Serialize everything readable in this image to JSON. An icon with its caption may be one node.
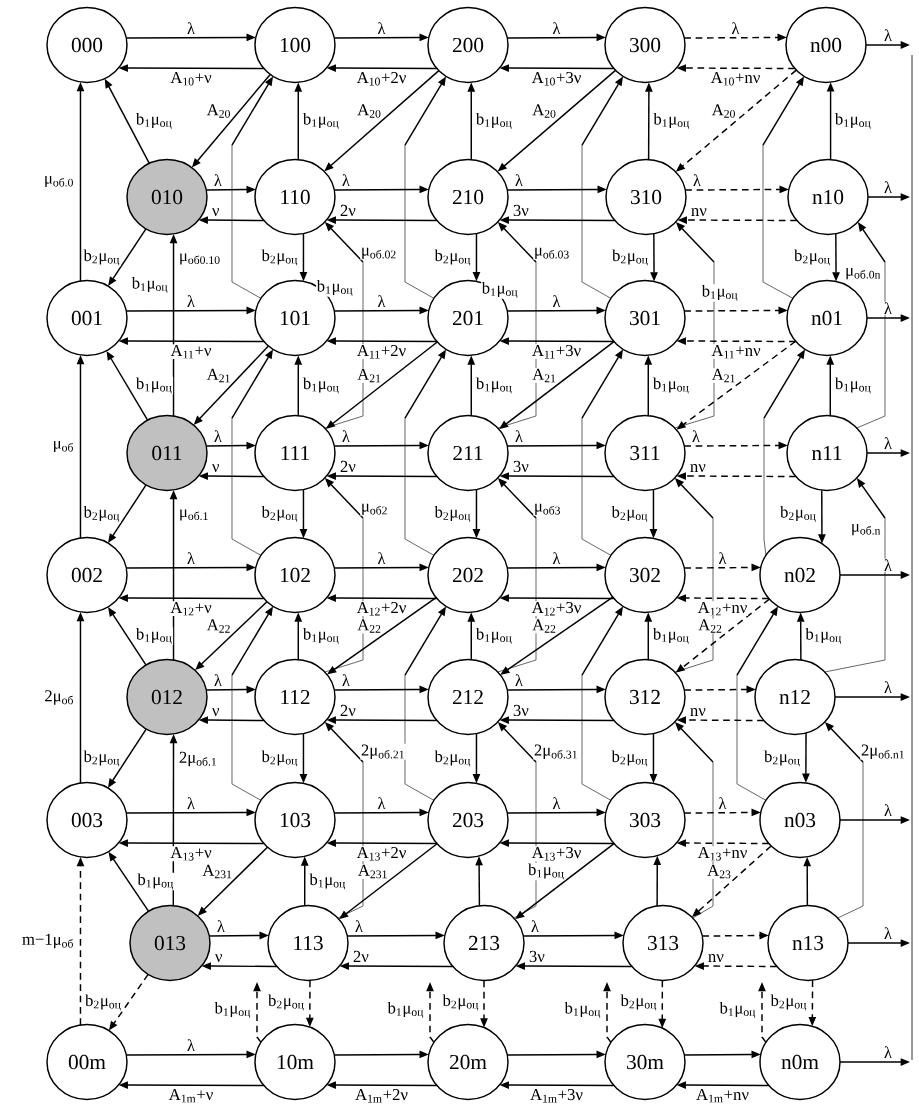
{
  "diagram": {
    "nodes": [
      {
        "text": [
          "000"
        ]
      },
      {
        "text": [
          "100"
        ]
      },
      {
        "text": [
          "200"
        ]
      },
      {
        "text": [
          "300"
        ]
      },
      {
        "text": [
          "n00"
        ]
      },
      {
        "text": [
          "010"
        ]
      },
      {
        "text": [
          "110"
        ]
      },
      {
        "text": [
          "210"
        ]
      },
      {
        "text": [
          "310"
        ]
      },
      {
        "text": [
          "n10"
        ]
      },
      {
        "text": [
          "001"
        ]
      },
      {
        "text": [
          "101"
        ]
      },
      {
        "text": [
          "201"
        ]
      },
      {
        "text": [
          "301"
        ]
      },
      {
        "text": [
          "n01"
        ]
      },
      {
        "text": [
          "011"
        ]
      },
      {
        "text": [
          "111"
        ]
      },
      {
        "text": [
          "211"
        ]
      },
      {
        "text": [
          "311"
        ]
      },
      {
        "text": [
          "n11"
        ]
      },
      {
        "text": [
          "002"
        ]
      },
      {
        "text": [
          "102"
        ]
      },
      {
        "text": [
          "202"
        ]
      },
      {
        "text": [
          "302"
        ]
      },
      {
        "text": [
          "n02"
        ]
      },
      {
        "text": [
          "012"
        ]
      },
      {
        "text": [
          "112"
        ]
      },
      {
        "text": [
          "212"
        ]
      },
      {
        "text": [
          "312"
        ]
      },
      {
        "text": [
          "n12"
        ]
      },
      {
        "text": [
          "003"
        ]
      },
      {
        "text": [
          "103"
        ]
      },
      {
        "text": [
          "203"
        ]
      },
      {
        "text": [
          "303"
        ]
      },
      {
        "text": [
          "n03"
        ]
      },
      {
        "text": [
          "013"
        ]
      },
      {
        "text": [
          "113"
        ]
      },
      {
        "text": [
          "213"
        ]
      },
      {
        "text": [
          "313"
        ]
      },
      {
        "text": [
          "n13"
        ]
      },
      {
        "text": [
          "00m"
        ]
      },
      {
        "text": [
          "10m"
        ]
      },
      {
        "text": [
          "20m"
        ]
      },
      {
        "text": [
          "30m"
        ]
      },
      {
        "text": [
          "n0m"
        ]
      }
    ],
    "edges": [
      {
        "from": 0,
        "to": 1,
        "arrow": "to",
        "label": "λ"
      },
      {
        "from": 1,
        "to": 0,
        "arrow": "to",
        "label": "A$_{10}$+ν"
      },
      {
        "from": 1,
        "to": 2,
        "arrow": "to",
        "label": "λ"
      },
      {
        "from": 2,
        "to": 1,
        "arrow": "to",
        "label": "A$_{10}$+2ν"
      },
      {
        "from": 2,
        "to": 3,
        "arrow": "to",
        "label": "λ"
      },
      {
        "from": 3,
        "to": 2,
        "arrow": "to",
        "label": "A$_{10}$+3ν"
      },
      {
        "from": 3,
        "to": 4,
        "arrow": "to",
        "label": "λ",
        "style": "dashed"
      },
      {
        "from": 4,
        "to": 3,
        "arrow": "to",
        "label": "A$_{10}$+nν",
        "style": "dashed"
      },
      {
        "from": 4,
        "to": null,
        "arrow": "to",
        "label": "λ"
      },
      {
        "from": 5,
        "to": 6,
        "arrow": "to",
        "label": "λ"
      },
      {
        "from": 6,
        "to": 5,
        "arrow": "to",
        "label": "ν"
      },
      {
        "from": 6,
        "to": 7,
        "arrow": "to",
        "label": "λ"
      },
      {
        "from": 7,
        "to": 6,
        "arrow": "to",
        "label": "2ν"
      },
      {
        "from": 7,
        "to": 8,
        "arrow": "to",
        "label": "λ"
      },
      {
        "from": 8,
        "to": 7,
        "arrow": "to",
        "label": "3ν"
      },
      {
        "from": 8,
        "to": 9,
        "arrow": "to",
        "label": "λ",
        "style": "dashed"
      },
      {
        "from": 9,
        "to": 8,
        "arrow": "to",
        "label": "nν",
        "style": "dashed"
      },
      {
        "from": 9,
        "to": null,
        "arrow": "to",
        "label": "λ"
      },
      {
        "from": 10,
        "to": 11,
        "arrow": "to",
        "label": "λ"
      },
      {
        "from": 11,
        "to": 10,
        "arrow": "to",
        "label": "A$_{11}$+ν"
      },
      {
        "from": 11,
        "to": 12,
        "arrow": "to",
        "label": "λ"
      },
      {
        "from": 12,
        "to": 11,
        "arrow": "to",
        "label": "A$_{11}$+2ν"
      },
      {
        "from": 12,
        "to": 13,
        "arrow": "to",
        "label": "λ"
      },
      {
        "from": 13,
        "to": 12,
        "arrow": "to",
        "label": "A$_{11}$+3ν"
      },
      {
        "from": 13,
        "to": 14,
        "arrow": "to",
        "style": "dashed"
      },
      {
        "from": 14,
        "to": 13,
        "arrow": "to",
        "label": "A$_{11}$+nν",
        "style": "dashed"
      },
      {
        "from": 14,
        "to": null,
        "arrow": "to",
        "label": "λ"
      },
      {
        "from": 15,
        "to": 16,
        "arrow": "to",
        "label": "λ"
      },
      {
        "from": 16,
        "to": 15,
        "arrow": "to",
        "label": "ν"
      },
      {
        "from": 16,
        "to": 17,
        "arrow": "to",
        "label": "λ"
      },
      {
        "from": 17,
        "to": 16,
        "arrow": "to",
        "label": "2ν"
      },
      {
        "from": 17,
        "to": 18,
        "arrow": "to",
        "label": "λ"
      },
      {
        "from": 18,
        "to": 17,
        "arrow": "to",
        "label": "3ν"
      },
      {
        "from": 18,
        "to": 19,
        "arrow": "to",
        "label": "λ",
        "style": "dashed"
      },
      {
        "from": 19,
        "to": 18,
        "arrow": "to",
        "label": "nν",
        "style": "dashed"
      },
      {
        "from": 19,
        "to": null,
        "arrow": "to",
        "label": "λ"
      },
      {
        "from": 20,
        "to": 21,
        "arrow": "to",
        "label": "λ"
      },
      {
        "from": 21,
        "to": 20,
        "arrow": "to",
        "label": "A$_{12}$+ν"
      },
      {
        "from": 21,
        "to": 22,
        "arrow": "to",
        "label": "λ"
      },
      {
        "from": 22,
        "to": 21,
        "arrow": "to",
        "label": "A$_{12}$+2ν"
      },
      {
        "from": 22,
        "to": 23,
        "arrow": "to",
        "label": "λ"
      },
      {
        "from": 23,
        "to": 22,
        "arrow": "to",
        "label": "A$_{12}$+3ν"
      },
      {
        "from": 23,
        "to": 24,
        "arrow": "to",
        "label": "λ",
        "style": "dashed"
      },
      {
        "from": 24,
        "to": 23,
        "arrow": "to",
        "label": "A$_{12}$+nν",
        "style": "dashed"
      },
      {
        "from": 24,
        "to": null,
        "arrow": "to",
        "label": "λ"
      },
      {
        "from": 25,
        "to": 26,
        "arrow": "to",
        "label": "λ"
      },
      {
        "from": 26,
        "to": 25,
        "arrow": "to",
        "label": "ν"
      },
      {
        "from": 26,
        "to": 27,
        "arrow": "to",
        "label": "λ"
      },
      {
        "from": 27,
        "to": 26,
        "arrow": "to",
        "label": "2ν"
      },
      {
        "from": 27,
        "to": 28,
        "arrow": "to",
        "label": "λ"
      },
      {
        "from": 28,
        "to": 27,
        "arrow": "to",
        "label": "3ν"
      },
      {
        "from": 28,
        "to": 29,
        "arrow": "to",
        "style": "dashed"
      },
      {
        "from": 29,
        "to": 28,
        "arrow": "to",
        "label": "nν",
        "style": "dashed"
      },
      {
        "from": 29,
        "to": null,
        "arrow": "to",
        "label": "λ"
      },
      {
        "from": 30,
        "to": 31,
        "arrow": "to",
        "label": "λ"
      },
      {
        "from": 31,
        "to": 30,
        "arrow": "to",
        "label": "A$_{13}$+ν"
      },
      {
        "from": 31,
        "to": 32,
        "arrow": "to",
        "label": "λ"
      },
      {
        "from": 32,
        "to": 31,
        "arrow": "to",
        "label": "A$_{13}$+2ν"
      },
      {
        "from": 32,
        "to": 33,
        "arrow": "to",
        "label": "λ"
      },
      {
        "from": 33,
        "to": 32,
        "arrow": "to",
        "label": "A$_{13}$+3ν"
      },
      {
        "from": 33,
        "to": 34,
        "arrow": "to",
        "label": "λ",
        "style": "dashed"
      },
      {
        "from": 34,
        "to": 33,
        "arrow": "to",
        "label": "A$_{13}$+nν",
        "style": "dashed"
      },
      {
        "from": 34,
        "to": null,
        "arrow": "to",
        "label": "λ"
      },
      {
        "from": 35,
        "to": 36,
        "arrow": "to",
        "label": "λ"
      },
      {
        "from": 36,
        "to": 35,
        "arrow": "to",
        "label": "ν"
      },
      {
        "from": 36,
        "to": 37,
        "arrow": "to",
        "label": "λ"
      },
      {
        "from": 37,
        "to": 36,
        "arrow": "to",
        "label": "2ν"
      },
      {
        "from": 37,
        "to": 38,
        "arrow": "to",
        "label": "λ"
      },
      {
        "from": 38,
        "to": 37,
        "arrow": "to",
        "label": "3ν"
      },
      {
        "from": 38,
        "to": 39,
        "arrow": "to",
        "style": "dashed"
      },
      {
        "from": 39,
        "to": 38,
        "arrow": "to",
        "label": "nν",
        "style": "dashed"
      },
      {
        "from": 39,
        "to": null,
        "arrow": "to",
        "label": "λ"
      },
      {
        "from": 40,
        "to": 41,
        "arrow": "to",
        "label": "λ"
      },
      {
        "from": 41,
        "to": 40,
        "arrow": "to",
        "label": "A$_{1m}$+ν"
      },
      {
        "from": 41,
        "to": 42,
        "arrow": "to"
      },
      {
        "from": 42,
        "to": 41,
        "arrow": "to",
        "label": "A$_{1m}$+2ν"
      },
      {
        "from": 42,
        "to": 43,
        "arrow": "to"
      },
      {
        "from": 43,
        "to": 42,
        "arrow": "to",
        "label": "A$_{1m}$+3ν"
      },
      {
        "from": 43,
        "to": 44,
        "arrow": "to"
      },
      {
        "from": 44,
        "to": 43,
        "arrow": "to",
        "label": "A$_{1m}$+nν"
      },
      {
        "from": 44,
        "to": null,
        "arrow": "to",
        "label": "λ"
      },
      {
        "from": 5,
        "to": 0,
        "arrow": "to",
        "label": "b$_{1}$μ$_{оц}$"
      },
      {
        "from": 6,
        "to": 1,
        "arrow": "to",
        "label": "b$_{1}$μ$_{оц}$"
      },
      {
        "from": 7,
        "to": 2,
        "arrow": "to",
        "label": "b$_{1}$μ$_{оц}$"
      },
      {
        "from": 8,
        "to": 3,
        "arrow": "to",
        "label": "b$_{1}$μ$_{оц}$"
      },
      {
        "from": 9,
        "to": 4,
        "arrow": "to",
        "label": "b$_{1}$μ$_{оц}$"
      },
      {
        "from": 15,
        "to": 10,
        "arrow": "to",
        "label": "b$_{1}$μ$_{оц}$"
      },
      {
        "from": 16,
        "to": 11,
        "arrow": "to",
        "label": "b$_{1}$μ$_{оц}$"
      },
      {
        "from": 17,
        "to": 12,
        "arrow": "to",
        "label": "b$_{1}$μ$_{оц}$"
      },
      {
        "from": 18,
        "to": 13,
        "arrow": "to",
        "label": "b$_{1}$μ$_{оц}$"
      },
      {
        "from": 19,
        "to": 14,
        "arrow": "to",
        "label": "b$_{1}$μ$_{оц}$"
      },
      {
        "from": 25,
        "to": 20,
        "arrow": "to",
        "label": "b$_{1}$μ$_{оц}$"
      },
      {
        "from": 26,
        "to": 21,
        "arrow": "to",
        "label": "b$_{1}$μ$_{оц}$"
      },
      {
        "from": 27,
        "to": 22,
        "arrow": "to",
        "label": "b$_{1}$μ$_{оц}$"
      },
      {
        "from": 28,
        "to": 23,
        "arrow": "to",
        "label": "b$_{1}$μ$_{оц}$"
      },
      {
        "from": 29,
        "to": 24,
        "arrow": "to",
        "label": "b$_{1}$μ$_{оц}$"
      },
      {
        "from": 35,
        "to": 30,
        "arrow": "to",
        "label": "b$_{1}$μ$_{оц}$"
      },
      {
        "from": 36,
        "to": 31,
        "arrow": "to",
        "label": "b$_{1}$μ$_{оц}$"
      },
      {
        "from": 37,
        "to": 32,
        "arrow": "to"
      },
      {
        "from": 38,
        "to": 33,
        "arrow": "to"
      },
      {
        "from": 39,
        "to": 34,
        "arrow": "to"
      },
      {
        "from": 5,
        "to": 10,
        "arrow": "to",
        "label": "b$_{2}$μ$_{оц}$"
      },
      {
        "from": 6,
        "to": 11,
        "arrow": "to",
        "label": "b$_{2}$μ$_{оц}$"
      },
      {
        "from": 7,
        "to": 12,
        "arrow": "to",
        "label": "b$_{2}$μ$_{оц}$"
      },
      {
        "from": 8,
        "to": 13,
        "arrow": "to",
        "label": "b$_{2}$μ$_{оц}$"
      },
      {
        "from": 9,
        "to": 14,
        "arrow": "to",
        "label": "b$_{2}$μ$_{оц}$"
      },
      {
        "from": 15,
        "to": 20,
        "arrow": "to",
        "label": "b$_{2}$μ$_{оц}$"
      },
      {
        "from": 16,
        "to": 21,
        "arrow": "to",
        "label": "b$_{2}$μ$_{оц}$"
      },
      {
        "from": 17,
        "to": 22,
        "arrow": "to",
        "label": "b$_{2}$μ$_{оц}$"
      },
      {
        "from": 18,
        "to": 23,
        "arrow": "to",
        "label": "b$_{2}$μ$_{оц}$"
      },
      {
        "from": 19,
        "to": 24,
        "arrow": "to",
        "label": "b$_{2}$μ$_{оц}$"
      },
      {
        "from": 25,
        "to": 30,
        "arrow": "to",
        "label": "b$_{2}$μ$_{оц}$"
      },
      {
        "from": 26,
        "to": 31,
        "arrow": "to",
        "label": "b$_{2}$μ$_{оц}$"
      },
      {
        "from": 27,
        "to": 32,
        "arrow": "to",
        "label": "b$_{2}$μ$_{оц}$"
      },
      {
        "from": 28,
        "to": 33,
        "arrow": "to",
        "label": "b$_{2}$μ$_{оц}$"
      },
      {
        "from": 29,
        "to": 34,
        "arrow": "to",
        "label": "b$_{2}$μ$_{оц}$"
      },
      {
        "from": 35,
        "to": 40,
        "arrow": "to",
        "label": "b$_{2}$μ$_{оц}$",
        "style": "dashed"
      },
      {
        "from": 36,
        "to": 41,
        "arrow": "to",
        "label": "b$_{2}$μ$_{оц}$",
        "style": "dashed"
      },
      {
        "from": 37,
        "to": 42,
        "arrow": "to",
        "label": "b$_{2}$μ$_{оц}$",
        "style": "dashed"
      },
      {
        "from": 38,
        "to": 43,
        "arrow": "to",
        "label": "b$_{2}$μ$_{оц}$",
        "style": "dashed"
      },
      {
        "from": 39,
        "to": 44,
        "arrow": "to",
        "label": "b$_{2}$μ$_{оц}$",
        "style": "dashed"
      },
      {
        "from": 1,
        "to": 5,
        "arrow": "to",
        "label": "A$_{20}$"
      },
      {
        "from": 2,
        "to": 6,
        "arrow": "to",
        "label": "A$_{20}$"
      },
      {
        "from": 3,
        "to": 7,
        "arrow": "to",
        "label": "A$_{20}$"
      },
      {
        "from": 4,
        "to": 8,
        "arrow": "to",
        "label": "A$_{20}$",
        "style": "dashed"
      },
      {
        "from": 11,
        "to": 15,
        "arrow": "to",
        "label": "A$_{21}$"
      },
      {
        "from": 12,
        "to": 16,
        "arrow": "to",
        "label": "A$_{21}$"
      },
      {
        "from": 13,
        "to": 17,
        "arrow": "to",
        "label": "A$_{21}$"
      },
      {
        "from": 14,
        "to": 18,
        "arrow": "to",
        "label": "A$_{21}$",
        "style": "dashed"
      },
      {
        "from": 21,
        "to": 25,
        "arrow": "to",
        "label": "A$_{22}$"
      },
      {
        "from": 22,
        "to": 26,
        "arrow": "to",
        "label": "A$_{22}$"
      },
      {
        "from": 23,
        "to": 27,
        "arrow": "to",
        "label": "A$_{22}$"
      },
      {
        "from": 24,
        "to": 28,
        "arrow": "to",
        "label": "A$_{22}$",
        "style": "dashed"
      },
      {
        "from": 31,
        "to": 35,
        "arrow": "to",
        "label": "A$_{231}$"
      },
      {
        "from": 32,
        "to": 36,
        "arrow": "to",
        "label": "A$_{231}$"
      },
      {
        "from": 33,
        "to": 37,
        "arrow": "to",
        "label": "b$_{1}$μ$_{оц}$"
      },
      {
        "from": 34,
        "to": 38,
        "arrow": "to",
        "label": "A$_{23}$",
        "style": "dashed"
      },
      {
        "from": 10,
        "to": 0,
        "arrow": "to",
        "label": "μ$_{об.0}$"
      },
      {
        "from": 20,
        "to": 10,
        "arrow": "to",
        "label": "μ$_{об}$"
      },
      {
        "from": 30,
        "to": 20,
        "arrow": "to",
        "label": "2μ$_{об}$"
      },
      {
        "from": 40,
        "to": 30,
        "arrow": "to",
        "label": "m−1μ$_{об}$",
        "style": "dashed"
      },
      {
        "from": 11,
        "to": 1,
        "arrow": "to"
      },
      {
        "from": 12,
        "to": 2,
        "arrow": "to"
      },
      {
        "from": 13,
        "to": 3,
        "arrow": "to"
      },
      {
        "from": 14,
        "to": 4,
        "arrow": "to"
      },
      {
        "from": 21,
        "to": 11,
        "arrow": "to"
      },
      {
        "from": 22,
        "to": 12,
        "arrow": "to"
      },
      {
        "from": 23,
        "to": 13,
        "arrow": "to"
      },
      {
        "from": 24,
        "to": 14,
        "arrow": "to"
      },
      {
        "from": 31,
        "to": 21,
        "arrow": "to"
      },
      {
        "from": 32,
        "to": 22,
        "arrow": "to"
      },
      {
        "from": 33,
        "to": 23,
        "arrow": "to"
      },
      {
        "from": 34,
        "to": 24,
        "arrow": "to"
      },
      {
        "from": 41,
        "to": null,
        "arrow": "to",
        "label": "b$_{1}$μ$_{оц}$",
        "style": "dashed"
      },
      {
        "from": 42,
        "to": null,
        "arrow": "to",
        "label": "b$_{1}$μ$_{оц}$",
        "style": "dashed"
      },
      {
        "from": 43,
        "to": null,
        "arrow": "to",
        "label": "b$_{1}$μ$_{оц}$",
        "style": "dashed"
      },
      {
        "from": 44,
        "to": null,
        "arrow": "to",
        "label": "b$_{1}$μ$_{оц}$",
        "style": "dashed"
      },
      {
        "from": 15,
        "to": 5,
        "arrow": "to",
        "label": "μ$_{об0.10}$"
      },
      {
        "from": 25,
        "to": 15,
        "arrow": "to",
        "label": "μ$_{об.1}$"
      },
      {
        "from": 35,
        "to": 25,
        "arrow": "to",
        "label": "2μ$_{об.1}$"
      },
      {
        "from": 16,
        "to": 6,
        "arrow": "to",
        "label": "μ$_{об.02}$"
      },
      {
        "from": 26,
        "to": 16,
        "arrow": "to",
        "label": "μ$_{об2}$"
      },
      {
        "from": 36,
        "to": 26,
        "arrow": "to",
        "label": "2μ$_{об.21}$"
      },
      {
        "from": 17,
        "to": 7,
        "arrow": "to",
        "label": "μ$_{об.03}$"
      },
      {
        "from": 27,
        "to": 17,
        "arrow": "to",
        "label": "μ$_{об3}$"
      },
      {
        "from": 37,
        "to": 27,
        "arrow": "to",
        "label": "2μ$_{об.31}$"
      },
      {
        "from": 18,
        "to": 8,
        "arrow": "to"
      },
      {
        "from": 28,
        "to": 18,
        "arrow": "to"
      },
      {
        "from": 38,
        "to": 28,
        "arrow": "to"
      },
      {
        "from": 19,
        "to": 9,
        "arrow": "to",
        "label": "μ$_{об.0n}$"
      },
      {
        "from": 29,
        "to": 19,
        "arrow": "to",
        "label": "μ$_{об.n}$"
      },
      {
        "from": 39,
        "to": 29,
        "arrow": "to",
        "label": "2μ$_{об.n1}$"
      }
    ],
    "labels": [
      "b$_{1}$μ$_{оц}$",
      "b$_{1}$μ$_{оц}$",
      "b$_{1}$μ$_{оц}$",
      "b$_{1}$μ$_{оц}$"
    ]
  }
}
